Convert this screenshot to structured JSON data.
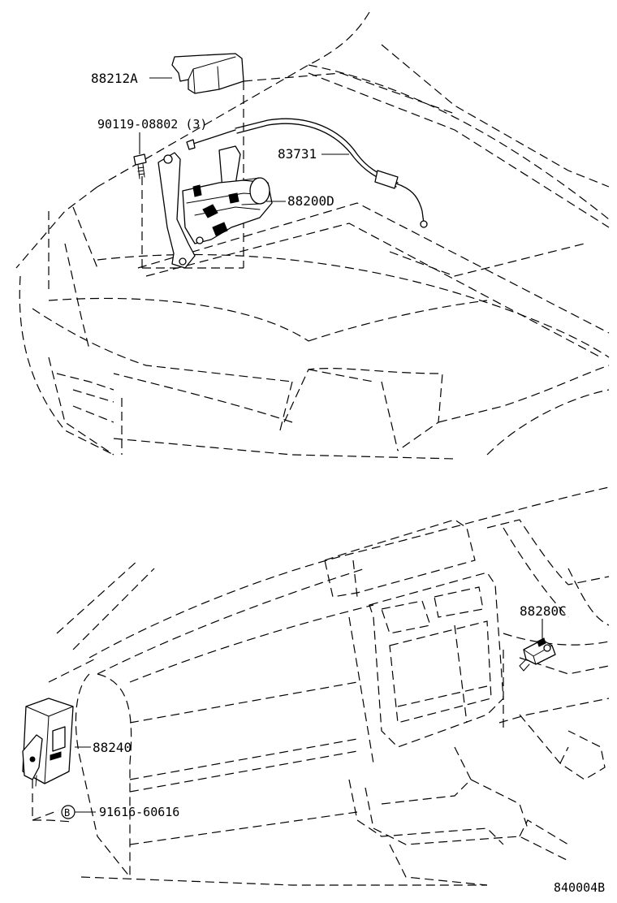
{
  "figure_code": "840004B",
  "parts": {
    "p1": {
      "number": "88212A",
      "name": "cover-icon"
    },
    "p2": {
      "number": "90119-08802 (3)",
      "name": "bolt-icon"
    },
    "p3": {
      "number": "83731",
      "name": "cable-icon"
    },
    "p4": {
      "number": "88200D",
      "name": "actuator-icon"
    },
    "p5": {
      "number": "88280C",
      "name": "switch-icon"
    },
    "p6": {
      "number": "88240",
      "name": "computer-unit-icon"
    },
    "p7": {
      "number": "91616-60616",
      "marker": "B",
      "name": "bolt-icon"
    }
  }
}
